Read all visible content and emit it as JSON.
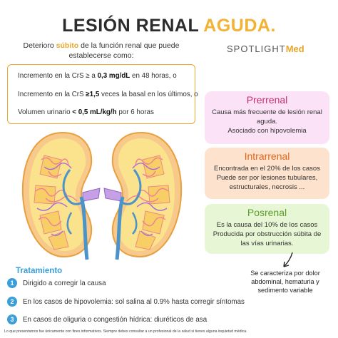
{
  "title": {
    "part1": "LESIÓN RENAL ",
    "part2": "AGUDA."
  },
  "subtitle": {
    "before": "Deterioro ",
    "highlight": "súbito",
    "after": " de la función renal que puede establecerse como:"
  },
  "brand": {
    "text": "SPOTLIGHT",
    "suffix": "Med"
  },
  "criteria": [
    {
      "pre": "Incremento en la CrS ≥ a ",
      "bold": "0,3 mg/dL",
      "post": " en 48 horas, o"
    },
    {
      "pre": "Incremento en la CrS ",
      "bold": "≥1,5",
      "post": " veces la basal en los últimos, o"
    },
    {
      "pre": "Volumen urinario ",
      "bold": "< 0,5 mL/kg/h",
      "post": " por 6 horas"
    }
  ],
  "cards": {
    "prerrenal": {
      "heading": "Prerrenal",
      "line1": "Causa más frecuente de lesión renal aguda.",
      "line2": "Asociado con hipovolemia"
    },
    "intrarrenal": {
      "heading": "Intrarrenal",
      "body": "Encontrada en el 20% de los casos Puede ser por lesiones tubulares, estructurales, necrosis ..."
    },
    "posrenal": {
      "heading": "Posrenal",
      "body": "Es la causa del 10% de los casos Producida por obstrucción súbita de las vías urinarias."
    }
  },
  "posrenal_note": "Se caracteriza por dolor abdominal, hematuria y sedimento variable",
  "treatment": {
    "title": "Tratamiento",
    "steps": [
      {
        "num": "1",
        "text": "Dirigido a corregir la causa"
      },
      {
        "num": "2",
        "text": "En los casos de hipovolemia: sol salina al 0.9% hasta corregir síntomas"
      },
      {
        "num": "3",
        "text": "En casos de oliguria o congestión hídrica: diuréticos de asa"
      }
    ]
  },
  "footer": "Lo que presentamos fue únicamente con fines informativos. Siempre debes consultar a un profesional de la salud si tienes alguna inquietud médica.",
  "colors": {
    "accent": "#e8a62c",
    "pink": "#fbe2f7",
    "orange": "#fde2cd",
    "green": "#e7f6d4",
    "blue": "#3a9fd8"
  }
}
